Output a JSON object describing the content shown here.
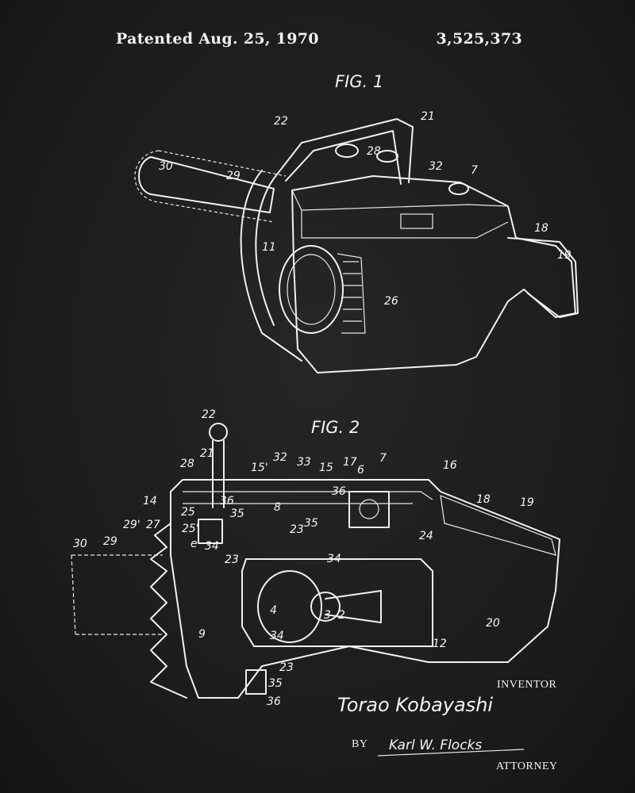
{
  "header": {
    "patented": "Patented  Aug. 25, 1970",
    "patent_number": "3,525,373"
  },
  "figures": [
    {
      "title": "FIG. 1",
      "numerals": [
        "22",
        "21",
        "28",
        "32",
        "7",
        "30",
        "29",
        "11",
        "18",
        "19",
        "26"
      ]
    },
    {
      "title": "FIG. 2",
      "numerals": [
        "22",
        "21",
        "28",
        "15'",
        "32",
        "33",
        "15",
        "17",
        "6",
        "7",
        "16",
        "18",
        "19",
        "14",
        "25",
        "36",
        "35",
        "8",
        "23",
        "35",
        "36",
        "25'",
        "e",
        "34",
        "23",
        "29'",
        "27",
        "30",
        "29",
        "24",
        "34",
        "4",
        "3",
        "2",
        "20",
        "9",
        "34",
        "12",
        "23",
        "35",
        "36"
      ]
    }
  ],
  "signature": {
    "inventor_label": "INVENTOR",
    "inventor_name": "Torao Kobayashi",
    "by_label": "BY",
    "attorney_name": "Karl W. Flocks",
    "attorney_label": "ATTORNEY"
  },
  "colors": {
    "background": "#1c1c1c",
    "ink": "#f2f2f2"
  }
}
